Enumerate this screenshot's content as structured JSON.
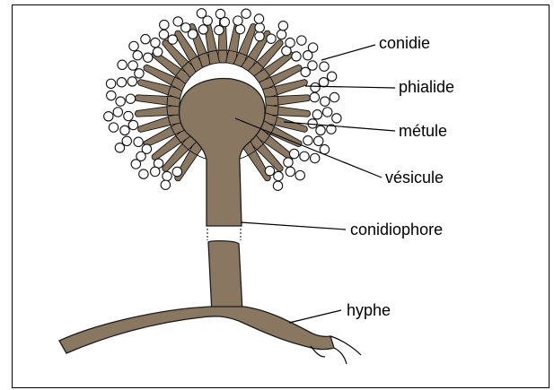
{
  "labels": {
    "conidie": "conidie",
    "phialide": "phialide",
    "metule": "métule",
    "vesicule": "vésicule",
    "conidiophore": "conidiophore",
    "hyphe": "hyphe"
  },
  "colors": {
    "fungus_fill": "#8a7762",
    "outline": "#1b1b1b",
    "conidia_fill": "#ffffff",
    "background": "#ffffff"
  }
}
